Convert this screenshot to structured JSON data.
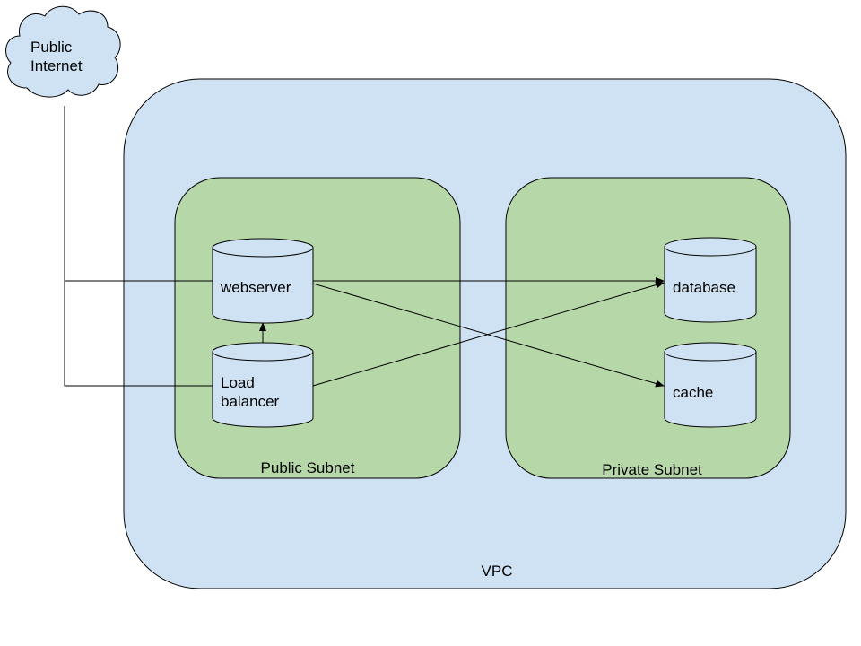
{
  "colors": {
    "vpc_fill": "#cfe2f3",
    "subnet_fill": "#b6d7a8",
    "node_fill": "#cfe2f3",
    "stroke": "#000000"
  },
  "internet": {
    "label_line1": "Public",
    "label_line2": "Internet",
    "icon": "cloud-icon"
  },
  "vpc": {
    "label": "VPC"
  },
  "public_subnet": {
    "label": "Public Subnet"
  },
  "private_subnet": {
    "label": "Private Subnet"
  },
  "nodes": {
    "webserver": {
      "label": "webserver",
      "icon": "cylinder-icon"
    },
    "load_balancer": {
      "label_line1": "Load",
      "label_line2": "balancer",
      "icon": "cylinder-icon"
    },
    "database": {
      "label": "database",
      "icon": "cylinder-icon"
    },
    "cache": {
      "label": "cache",
      "icon": "cylinder-icon"
    }
  },
  "connections": [
    {
      "from": "internet",
      "to": "webserver",
      "arrow": false
    },
    {
      "from": "internet",
      "to": "load_balancer",
      "arrow": false
    },
    {
      "from": "load_balancer",
      "to": "webserver",
      "arrow": true
    },
    {
      "from": "webserver",
      "to": "database",
      "arrow": true
    },
    {
      "from": "webserver",
      "to": "cache",
      "arrow": true
    },
    {
      "from": "load_balancer",
      "to": "database",
      "arrow": true
    }
  ]
}
